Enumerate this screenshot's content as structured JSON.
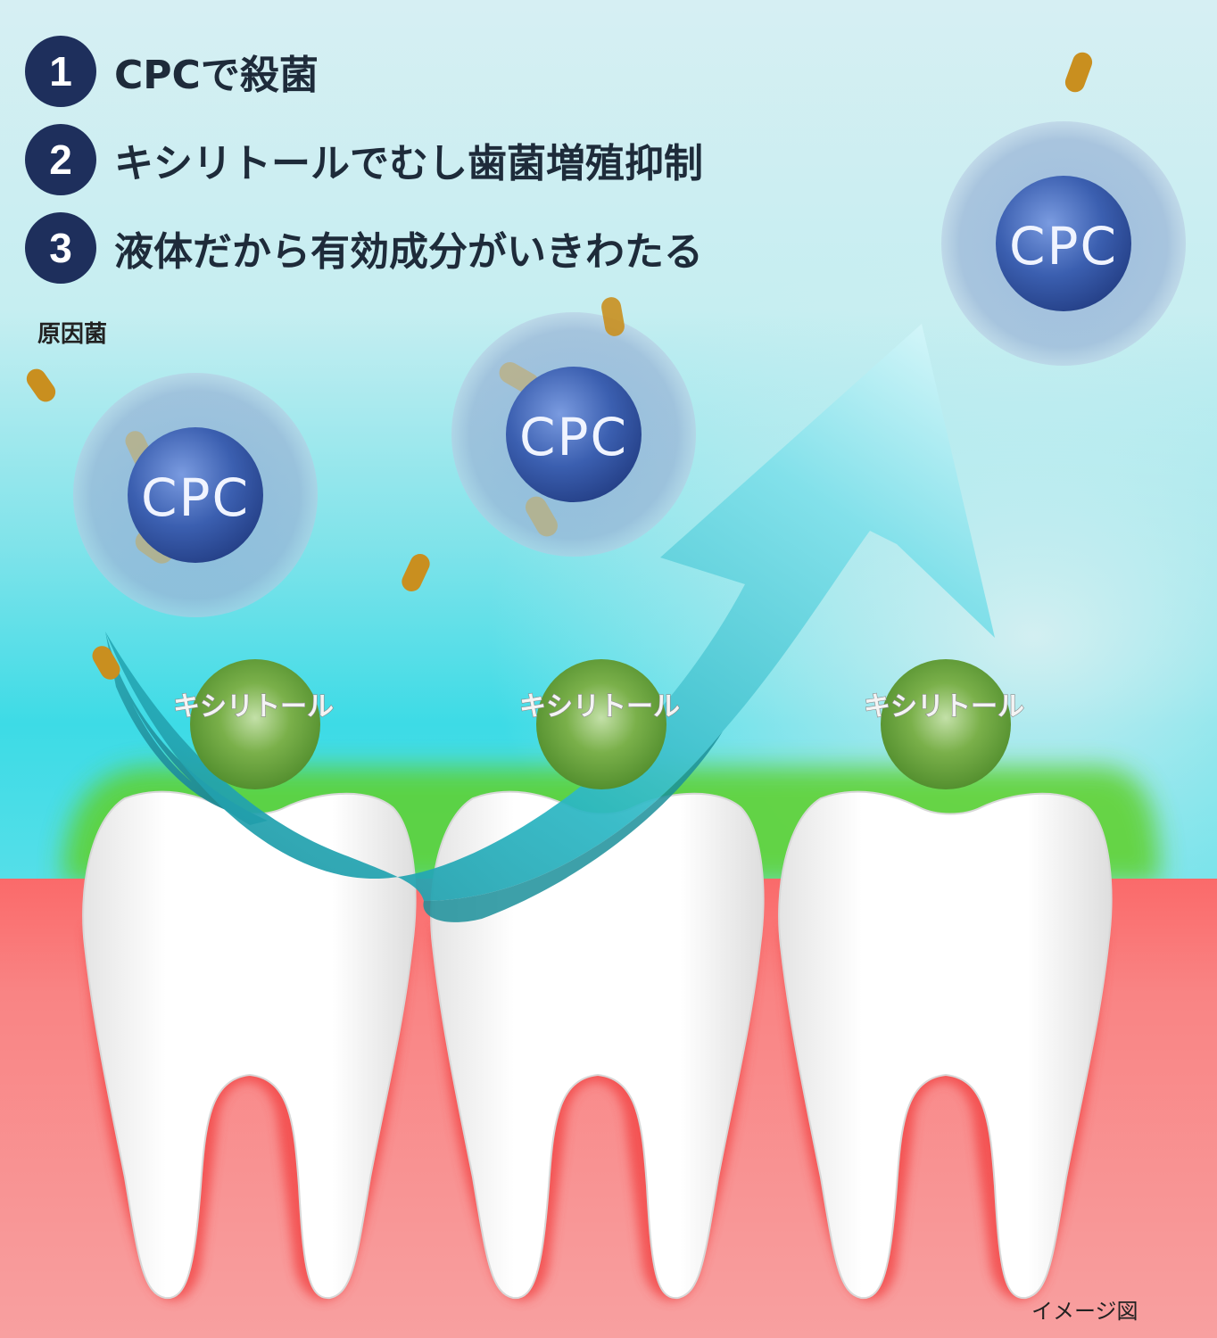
{
  "steps": [
    {
      "number": "1",
      "text": "CPCで殺菌"
    },
    {
      "number": "2",
      "text": "キシリトールでむし歯菌増殖抑制"
    },
    {
      "number": "3",
      "text": "液体だから有効成分がいきわたる"
    }
  ],
  "cause_bacteria_label": "原因菌",
  "cpc_label": "CPC",
  "xylitol_label": "キシリトール",
  "image_note": "イメージ図",
  "colors": {
    "badge": "#1e2f5c",
    "sky_top": "#d3eef2",
    "sky_cyan": "#40dbe6",
    "gum": "#fa6e6e",
    "gum_light": "#f79b9b",
    "glow_green": "#5fd12b",
    "xylitol_ball": "#6ea83e",
    "cpc_ball": "#3a5fae",
    "cpc_halo": "#9ab4d6",
    "bacteria": "#c98f1f",
    "arrow": "#2bb8c4"
  }
}
